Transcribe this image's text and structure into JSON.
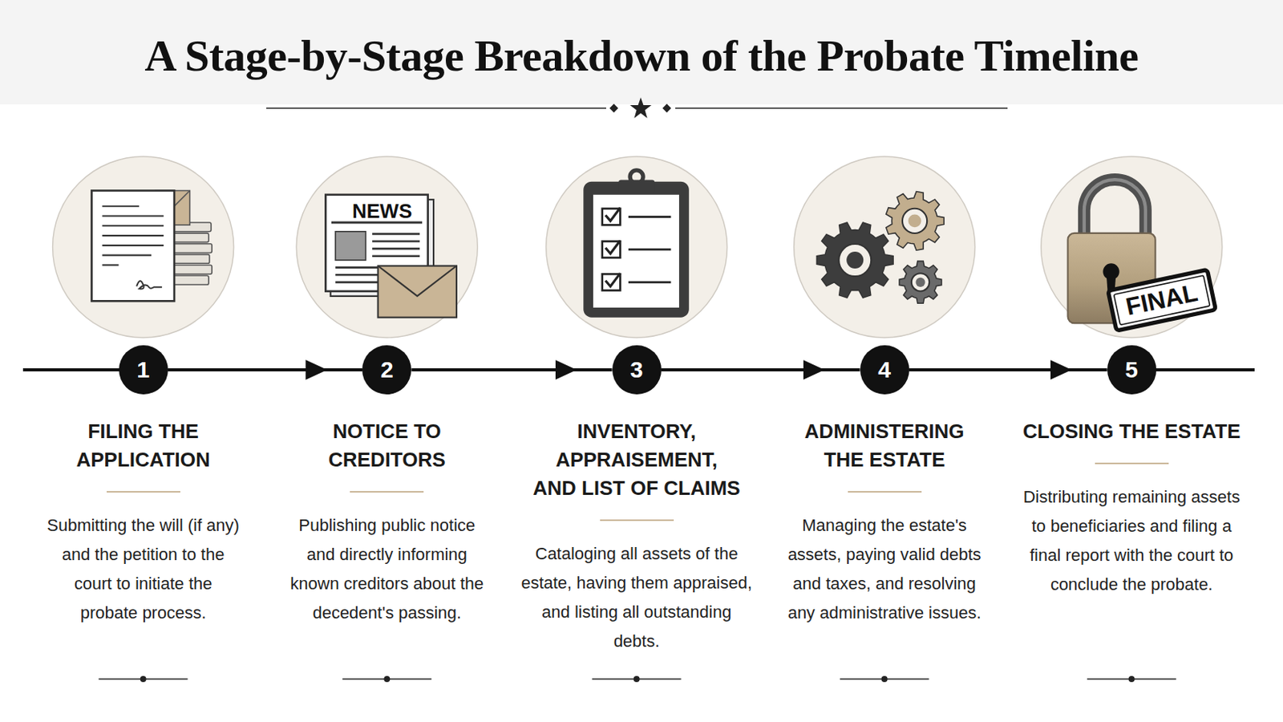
{
  "diagram": {
    "title": "A Stage-by-Stage Breakdown of the Probate Timeline",
    "nodes": [
      {
        "text": [
          "1",
          "FILING THE APPLICATION",
          "Submitting the will (if any) and the petition to the court to initiate the probate process."
        ]
      },
      {
        "text": [
          "2",
          "NOTICE TO CREDITORS",
          "Publishing public notice and directly informing known creditors about the decedent's passing."
        ]
      },
      {
        "text": [
          "3",
          "INVENTORY, APPRAISEMENT, AND LIST OF CLAIMS",
          "Cataloging all assets of the estate, having them appraised, and listing all outstanding debts."
        ]
      },
      {
        "text": [
          "4",
          "ADMINISTERING THE ESTATE",
          "Managing the estate's assets, paying valid debts and taxes, and resolving any administrative issues."
        ]
      },
      {
        "text": [
          "5",
          "CLOSING THE ESTATE",
          "Distributing remaining assets to beneficiaries and filing a final report with the court to conclude the probate."
        ]
      }
    ],
    "edges": [
      {
        "from": 0,
        "to": 1,
        "arrow": "to"
      },
      {
        "from": 1,
        "to": 2,
        "arrow": "to"
      },
      {
        "from": 2,
        "to": 3,
        "arrow": "to"
      },
      {
        "from": 3,
        "to": 4,
        "arrow": "to"
      }
    ],
    "labels": [
      "NEWS",
      "FINAL"
    ]
  }
}
